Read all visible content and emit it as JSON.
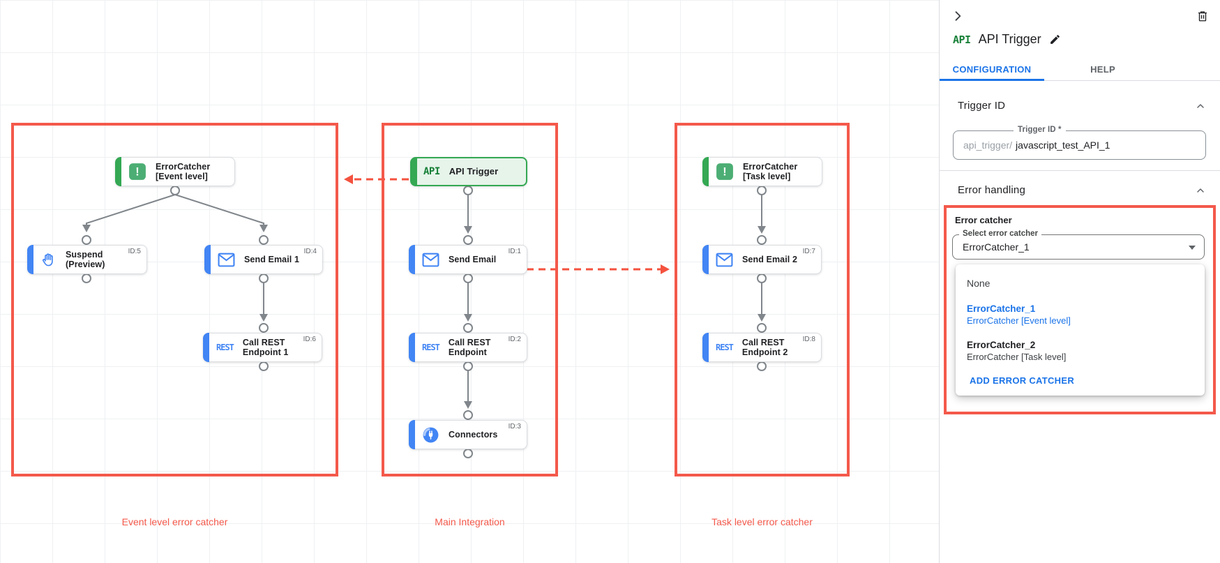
{
  "colors": {
    "annotation_red": "#f4594b",
    "arrow_red": "#f4523f",
    "dot_red": "#c5221f",
    "task_blue": "#4285f4",
    "trigger_green": "#34a853",
    "link_blue": "#1a73e8",
    "connector_gray": "#80868b"
  },
  "icons": {
    "api": "API",
    "rest": "REST"
  },
  "canvas": {
    "groups": [
      {
        "caption": "Event level error catcher"
      },
      {
        "caption": "Main Integration"
      },
      {
        "caption": "Task level error catcher"
      }
    ],
    "nodes": {
      "error_catcher_event": {
        "label": "ErrorCatcher\n[Event level]"
      },
      "suspend": {
        "label": "Suspend\n(Preview)",
        "id": "ID:5"
      },
      "send_email_1": {
        "label": "Send Email 1",
        "id": "ID:4"
      },
      "call_rest_1": {
        "label": "Call REST\nEndpoint 1",
        "id": "ID:6"
      },
      "api_trigger": {
        "label": "API Trigger"
      },
      "send_email": {
        "label": "Send Email",
        "id": "ID:1"
      },
      "call_rest": {
        "label": "Call REST\nEndpoint",
        "id": "ID:2"
      },
      "connectors": {
        "label": "Connectors",
        "id": "ID:3"
      },
      "error_catcher_task": {
        "label": "ErrorCatcher\n[Task level]"
      },
      "send_email_2": {
        "label": "Send Email 2",
        "id": "ID:7"
      },
      "call_rest_2": {
        "label": "Call REST\nEndpoint 2",
        "id": "ID:8"
      }
    }
  },
  "panel": {
    "api_badge": "API",
    "title": "API Trigger",
    "tabs": [
      {
        "label": "CONFIGURATION"
      },
      {
        "label": "HELP"
      }
    ],
    "trigger_id": {
      "heading": "Trigger ID",
      "field_label": "Trigger ID *",
      "prefix": "api_trigger/",
      "value": "javascript_test_API_1"
    },
    "error_handling": {
      "heading": "Error handling",
      "group_label": "Error catcher",
      "select_label": "Select error catcher",
      "select_value": "ErrorCatcher_1",
      "options": [
        {
          "name": "None"
        },
        {
          "name": "ErrorCatcher_1",
          "desc": "ErrorCatcher [Event level]"
        },
        {
          "name": "ErrorCatcher_2",
          "desc": "ErrorCatcher [Task level]"
        }
      ],
      "add_label": "ADD ERROR CATCHER"
    }
  }
}
